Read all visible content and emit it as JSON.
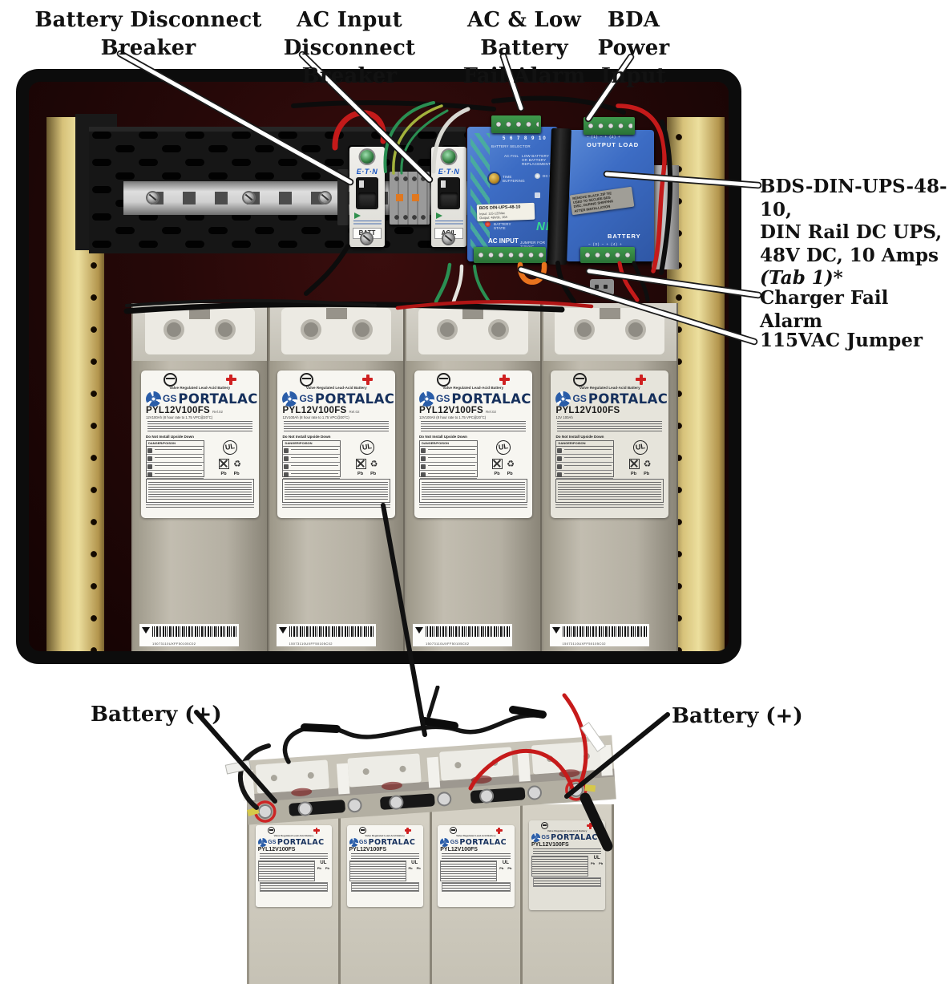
{
  "annotations": {
    "battery_disconnect": [
      "Battery Disconnect",
      "Breaker"
    ],
    "ac_input_disconnect": [
      "AC Input",
      "Disconnect Breaker"
    ],
    "ac_low_battery": [
      "AC & Low Battery",
      "Fail Alarm"
    ],
    "bda_power": [
      "BDA Power",
      "Input"
    ],
    "bds_unit": [
      "BDS-DIN-UPS-48-10,",
      "DIN Rail DC UPS,",
      "48V DC, 10 Amps"
    ],
    "bds_tab": "(Tab 1)*",
    "charger_fail": "Charger Fail Alarm",
    "jumper_115": "115VAC Jumper",
    "battery_plus_left": "Battery (+)",
    "battery_plus_right": "Battery (+)"
  },
  "breakers": {
    "brand": "E·T·N",
    "b1_label": "BATT",
    "b2_label": "AC/L"
  },
  "ups": {
    "sel": "BATTERY SELECTOR",
    "terms": "5 6 7 8 9 10",
    "ac_fail": "AC FAIL",
    "low_batt": "LOW BATTERY OR BATTERY REPLACEMENT",
    "time_buf": "TIME BUFFERING",
    "dc_led": "DC FAIL",
    "bat_state": "BATTERY STATE",
    "label1": "BDS DIN-UPS-48-10",
    "label2": "Input: 115-120Vac",
    "label3": "Output: 48Vdc, 10A",
    "brand_partial": "NE",
    "ac_input": "AC INPUT",
    "l": "L",
    "n": "N",
    "jumper": "JUMPER FOR 115VAC",
    "output_load": "OUTPUT LOAD",
    "out_terms": "− (1) −   + (2) +",
    "battery": "BATTERY",
    "bat_terms": "− (3) −   + (4) +",
    "zip1": "REMOVE BLACK ZIP TIE",
    "zip2": "USED TO SECURE BDS",
    "zip3": "DISC. DURING SHIPPING",
    "zip4": "AFTER INSTALLATION"
  },
  "battery_label": {
    "type_line": "Valve Regulated Lead-Acid Battery",
    "gs": "GS",
    "brand": "PORTALAC",
    "ul": "UL",
    "pb": "Pb",
    "warn_title": "DANGER/POISON",
    "no_install": "Do Not Install Upside Down",
    "barcode": "15073110UXFF50105C02"
  },
  "batteries": [
    {
      "model": "PYL12V100FS",
      "rel": "Rel.02",
      "cap": "12V100Ah (8 hour rate to 1.75 VPC@20°C)"
    },
    {
      "model": "PYL12V100FS",
      "rel": "Rel.02",
      "cap": "12V100Ah (8 hour rate to 1.75 VPC@20°C)"
    },
    {
      "model": "PYL12V100FS",
      "rel": "Rel.02",
      "cap": "12V100Ah (8 hour rate to 1.75 VPC@20°C)"
    },
    {
      "model": "PYL12V100FS",
      "rel": "",
      "cap": "12V 100Ah"
    }
  ],
  "colors": {
    "ups_blue": "#3c6cc4",
    "gold_rail": "#d7c27a",
    "battery_gray": "#b3aea1",
    "terminal_green": "#2f7d3a",
    "wire_red": "#c41a1a",
    "wire_orange": "#e8731e"
  }
}
